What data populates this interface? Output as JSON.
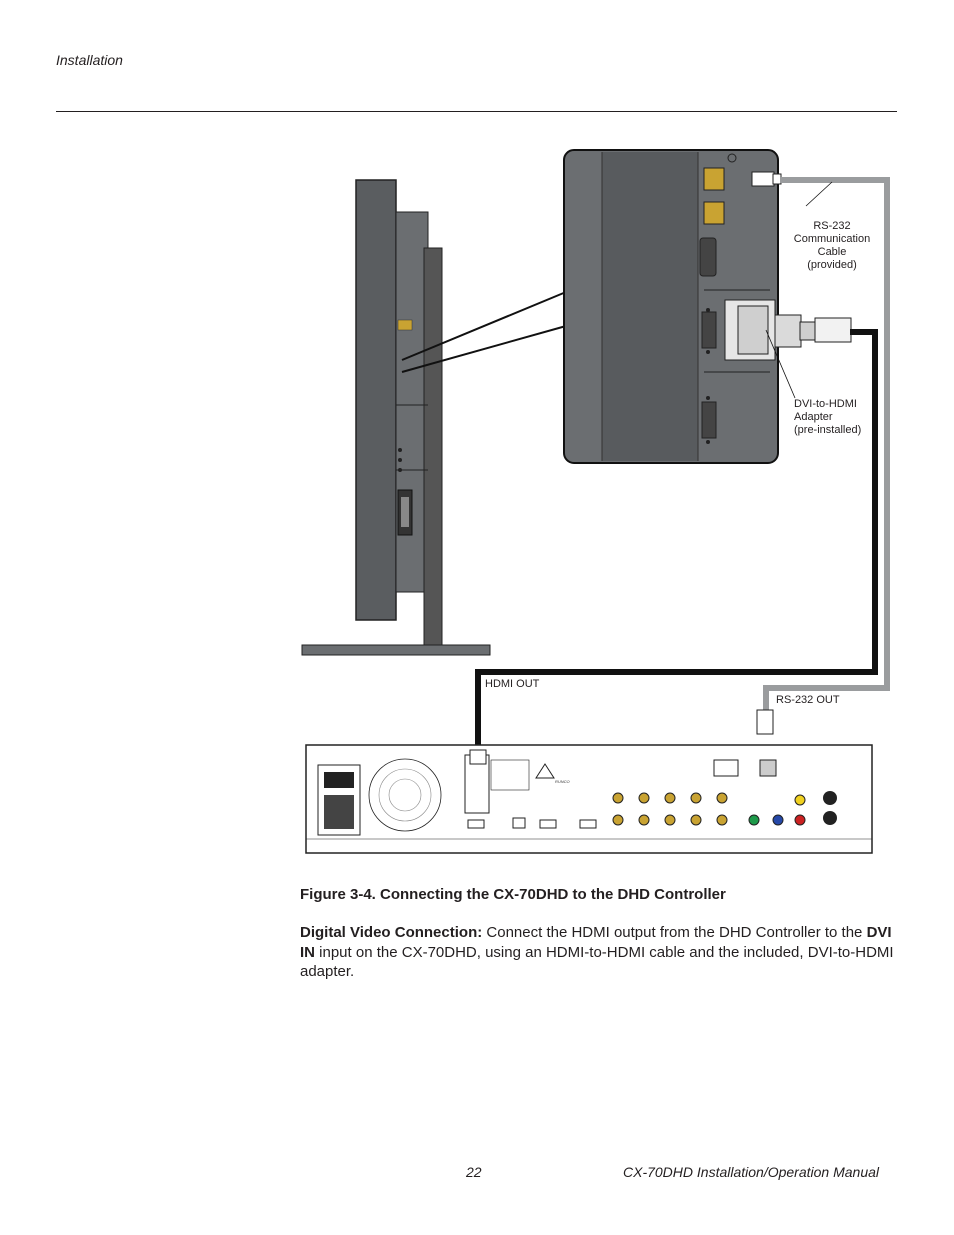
{
  "header": {
    "section": "Installation"
  },
  "figure": {
    "callouts": {
      "rs232_cable": [
        "RS-232",
        "Communication",
        "Cable",
        "(provided)"
      ],
      "adapter": [
        "DVI-to-HDMI",
        "Adapter",
        "(pre-installed)"
      ],
      "hdmi_out": "HDMI OUT",
      "rs232_out": "RS-232 OUT"
    },
    "caption": "Figure 3-4. Connecting the CX-70DHD to the DHD Controller"
  },
  "body": {
    "lead": "Digital Video Connection:",
    "text1": " Connect the HDMI output from the DHD Controller to the ",
    "dvi_in": "DVI IN",
    "text2": " input on the CX-70DHD, using an HDMI-to-HDMI cable and the included, DVI-to-HDMI adapter."
  },
  "footer": {
    "page": "22",
    "title": "CX-70DHD Installation/Operation Manual"
  }
}
